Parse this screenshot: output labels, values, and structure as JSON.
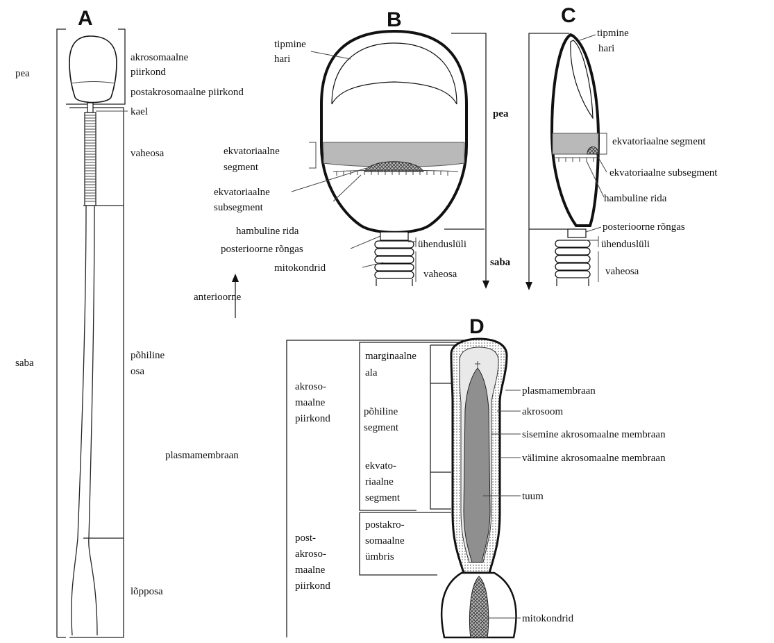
{
  "panels": {
    "A": {
      "letter": "A",
      "pea": "pea",
      "saba": "saba",
      "akrosomaalne": "akrosomaalne",
      "piirkond": "piirkond",
      "postakrosomaalne_piirkond": "postakrosomaalne piirkond",
      "kael": "kael",
      "vaheosa": "vaheosa",
      "pohiline": "põhiline",
      "osa": "osa",
      "lopposa": "lõpposa"
    },
    "B": {
      "letter": "B",
      "tipmine": "tipmine",
      "hari": "hari",
      "ekvatoriaalne_1": "ekvatoriaalne",
      "segment": "segment",
      "ekvatoriaalne_2": "ekvatoriaalne",
      "subsegment": "subsegment",
      "hambuline_rida": "hambuline rida",
      "posterioorne_rongas": "posterioorne rõngas",
      "mitokondrid": "mitokondrid",
      "uhenduslyli": "ühenduslüli",
      "vaheosa": "vaheosa",
      "anterioorne": "anterioorne"
    },
    "C": {
      "letter": "C",
      "tipmine": "tipmine",
      "hari": "hari",
      "pea": "pea",
      "saba": "saba",
      "ekvatoriaalne_segment": "ekvatoriaalne segment",
      "ekvatoriaalne_subsegment": "ekvatoriaalne subsegment",
      "hambuline_rida": "hambuline rida",
      "posterioorne_rongas": "posterioorne rõngas",
      "uhenduslyli": "ühenduslüli",
      "vaheosa": "vaheosa"
    },
    "D": {
      "letter": "D",
      "akroso": "akroso-",
      "maalne": "maalne",
      "piirkond": "piirkond",
      "plasmamembraan_left": "plasmamembraan",
      "post": "post-",
      "akroso2": "akroso-",
      "maalne2": "maalne",
      "piirkond2": "piirkond",
      "marginaalne": "marginaalne",
      "ala": "ala",
      "pohiline": "põhiline",
      "segment1": "segment",
      "ekvato": "ekvato-",
      "riaalne": "riaalne",
      "segment2": "segment",
      "postakro": "postakro-",
      "somaalne": "somaalne",
      "umbris": "ümbris",
      "plasmamembraan": "plasmamembraan",
      "akrosoom": "akrosoom",
      "sisemine": "sisemine akrosomaalne membraan",
      "valimine": "välimine akrosomaalne membraan",
      "tuum": "tuum",
      "mitokondrid": "mitokondrid"
    }
  },
  "colors": {
    "segment_band": "#b9b9b9",
    "nucleus": "#8f8f8f",
    "acrosome": "#e6e6e6",
    "outline": "#111111"
  }
}
